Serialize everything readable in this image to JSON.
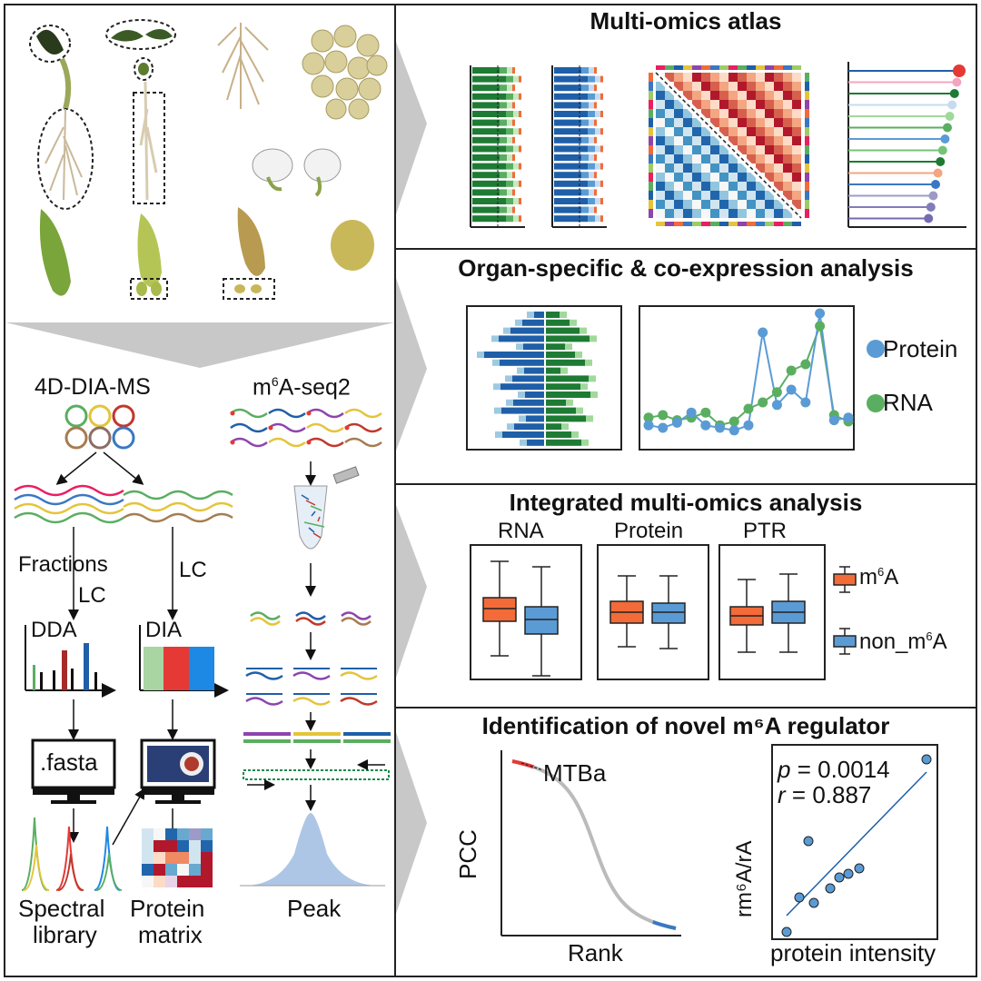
{
  "left": {
    "dia_title": "4D-DIA-MS",
    "m6a_title_prefix": "m",
    "m6a_title_sup": "6",
    "m6a_title_suffix": "A-seq2",
    "fractions": "Fractions",
    "lc1": "LC",
    "lc2": "LC",
    "dda": "DDA",
    "dia": "DIA",
    "fasta": ".fasta",
    "spectral_1": "Spectral",
    "spectral_2": "library",
    "protein_1": "Protein",
    "protein_2": "matrix",
    "peak": "Peak"
  },
  "panels": {
    "atlas_title": "Multi-omics atlas",
    "organ_title": "Organ-specific & co-expression analysis",
    "integrated_title": "Integrated multi-omics analysis",
    "novel_title": "Identification of novel m⁶A regulator"
  },
  "organ": {
    "legend": [
      {
        "label": "Protein",
        "color": "#5b9bd5"
      },
      {
        "label": "RNA",
        "color": "#5aae61"
      }
    ],
    "protein_series": [
      0.12,
      0.1,
      0.14,
      0.22,
      0.12,
      0.1,
      0.08,
      0.12,
      0.85,
      0.28,
      0.4,
      0.3,
      1.0,
      0.16,
      0.18
    ],
    "rna_series": [
      0.18,
      0.2,
      0.16,
      0.18,
      0.22,
      0.12,
      0.15,
      0.25,
      0.3,
      0.38,
      0.55,
      0.6,
      0.9,
      0.2,
      0.15
    ]
  },
  "integrated": {
    "groups": [
      "RNA",
      "Protein",
      "PTR"
    ],
    "legend": [
      {
        "label_prefix": "m",
        "label_sup": "6",
        "label_suffix": "A",
        "color": "#f26b38"
      },
      {
        "label_prefix": "non_m",
        "label_sup": "6",
        "label_suffix": "A",
        "color": "#5b9bd5"
      }
    ]
  },
  "novel": {
    "xlabel": "Rank",
    "ylabel": "PCC",
    "annotation": "MTBa",
    "scatter_xlabel": "protein intensity",
    "scatter_ylabel": "rm⁶A/rA",
    "p_label": "p",
    "p_value": "= 0.0014",
    "r_label": "r",
    "r_value": "= 0.887"
  },
  "colors": {
    "orange": "#f26b38",
    "blue": "#5b9bd5",
    "green": "#5aae61",
    "darkblue": "#1f5fa8",
    "darkgreen": "#1e7b34",
    "arrow_gray": "#c8c8c8"
  }
}
